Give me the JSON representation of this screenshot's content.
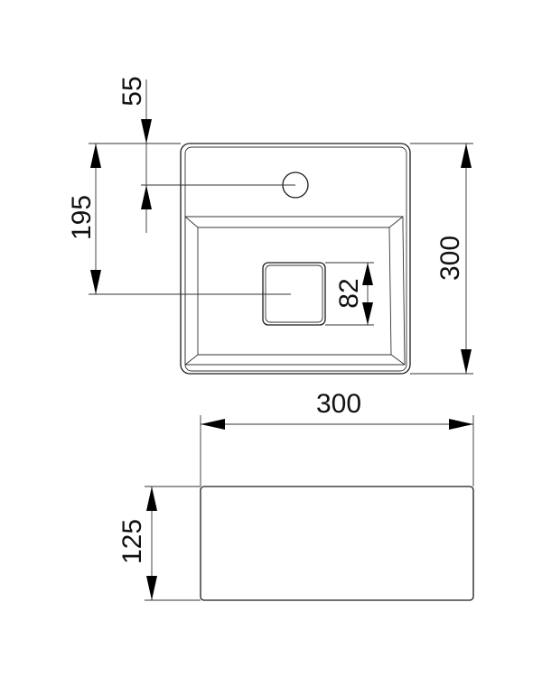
{
  "dimensions": {
    "tap_hole_offset": "55",
    "drain_offset": "195",
    "depth": "300",
    "drain_size": "82",
    "width": "300",
    "height": "125"
  },
  "colors": {
    "line": "#1a1a1a",
    "arrow": "#000000",
    "background": "#ffffff"
  }
}
